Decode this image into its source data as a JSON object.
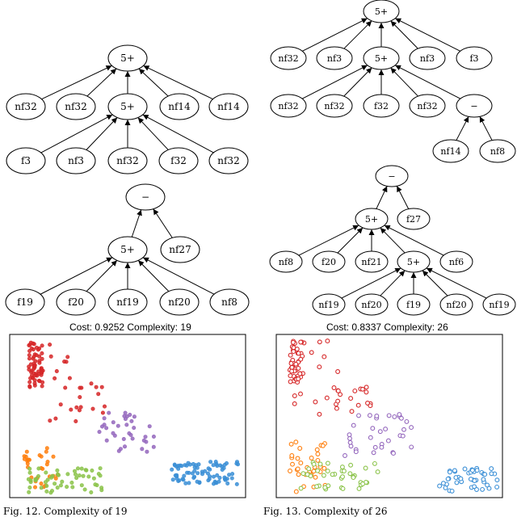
{
  "trees": [
    {
      "id": "t1",
      "nodes": [
        {
          "id": "a",
          "label": "5+"
        },
        {
          "id": "b",
          "label": "nf32"
        },
        {
          "id": "c",
          "label": "nf32"
        },
        {
          "id": "d",
          "label": "5+"
        },
        {
          "id": "e",
          "label": "nf14"
        },
        {
          "id": "f",
          "label": "nf14"
        },
        {
          "id": "g",
          "label": "f3"
        },
        {
          "id": "h",
          "label": "nf3"
        },
        {
          "id": "i",
          "label": "nf32"
        },
        {
          "id": "j",
          "label": "f32"
        },
        {
          "id": "k",
          "label": "nf32"
        }
      ],
      "edges": [
        [
          "b",
          "a"
        ],
        [
          "c",
          "a"
        ],
        [
          "d",
          "a"
        ],
        [
          "e",
          "a"
        ],
        [
          "f",
          "a"
        ],
        [
          "g",
          "d"
        ],
        [
          "h",
          "d"
        ],
        [
          "i",
          "d"
        ],
        [
          "j",
          "d"
        ],
        [
          "k",
          "d"
        ]
      ]
    },
    {
      "id": "t2",
      "nodes": [
        {
          "id": "a",
          "label": "5+"
        },
        {
          "id": "b",
          "label": "nf32"
        },
        {
          "id": "c",
          "label": "nf3"
        },
        {
          "id": "d",
          "label": "5+"
        },
        {
          "id": "e",
          "label": "nf3"
        },
        {
          "id": "f",
          "label": "f3"
        },
        {
          "id": "g",
          "label": "nf32"
        },
        {
          "id": "h",
          "label": "nf32"
        },
        {
          "id": "i",
          "label": "f32"
        },
        {
          "id": "j",
          "label": "nf32"
        },
        {
          "id": "k",
          "label": "−"
        },
        {
          "id": "l",
          "label": "nf14"
        },
        {
          "id": "m",
          "label": "nf8"
        }
      ],
      "edges": [
        [
          "b",
          "a"
        ],
        [
          "c",
          "a"
        ],
        [
          "d",
          "a"
        ],
        [
          "e",
          "a"
        ],
        [
          "f",
          "a"
        ],
        [
          "g",
          "d"
        ],
        [
          "h",
          "d"
        ],
        [
          "i",
          "d"
        ],
        [
          "j",
          "d"
        ],
        [
          "k",
          "d"
        ],
        [
          "l",
          "k"
        ],
        [
          "m",
          "k"
        ]
      ]
    },
    {
      "id": "t3",
      "nodes": [
        {
          "id": "a",
          "label": "−"
        },
        {
          "id": "b",
          "label": "5+"
        },
        {
          "id": "c",
          "label": "nf27"
        },
        {
          "id": "d",
          "label": "f19"
        },
        {
          "id": "e",
          "label": "f20"
        },
        {
          "id": "f",
          "label": "nf19"
        },
        {
          "id": "g",
          "label": "nf20"
        },
        {
          "id": "h",
          "label": "nf8"
        }
      ],
      "edges": [
        [
          "b",
          "a"
        ],
        [
          "c",
          "a"
        ],
        [
          "d",
          "b"
        ],
        [
          "e",
          "b"
        ],
        [
          "f",
          "b"
        ],
        [
          "g",
          "b"
        ],
        [
          "h",
          "b"
        ]
      ]
    },
    {
      "id": "t4",
      "nodes": [
        {
          "id": "a",
          "label": "−"
        },
        {
          "id": "b",
          "label": "5+"
        },
        {
          "id": "c",
          "label": "f27"
        },
        {
          "id": "d",
          "label": "nf8"
        },
        {
          "id": "e",
          "label": "f20"
        },
        {
          "id": "f",
          "label": "nf21"
        },
        {
          "id": "g",
          "label": "5+"
        },
        {
          "id": "h",
          "label": "nf6"
        },
        {
          "id": "i",
          "label": "nf19"
        },
        {
          "id": "j",
          "label": "nf20"
        },
        {
          "id": "k",
          "label": "f19"
        },
        {
          "id": "l",
          "label": "nf20"
        },
        {
          "id": "m",
          "label": "nf19"
        }
      ],
      "edges": [
        [
          "b",
          "a"
        ],
        [
          "c",
          "a"
        ],
        [
          "d",
          "b"
        ],
        [
          "e",
          "b"
        ],
        [
          "f",
          "b"
        ],
        [
          "g",
          "b"
        ],
        [
          "h",
          "b"
        ],
        [
          "i",
          "g"
        ],
        [
          "j",
          "g"
        ],
        [
          "k",
          "g"
        ],
        [
          "l",
          "g"
        ],
        [
          "m",
          "g"
        ]
      ]
    }
  ],
  "captions": {
    "left": "Cost: 0.9252 Complexity: 19",
    "right": "Cost: 0.8337 Complexity: 26"
  },
  "figure_captions": {
    "left": "Fig. 12.  Complexity of 19",
    "right": "Fig. 13.  Complexity of 26"
  },
  "colors": {
    "red": "#d62728",
    "purple": "#9467bd",
    "orange": "#ff7f0e",
    "green": "#8bc34a",
    "blue": "#3b8fd6"
  },
  "chart_data": [
    {
      "type": "scatter",
      "title": "Cost: 0.9252 Complexity: 19",
      "xlabel": "",
      "ylabel": "",
      "grid": false,
      "clusters": [
        {
          "color": "red",
          "count": 90,
          "x": [
            0.08,
            0.42
          ],
          "y": [
            0.05,
            0.55
          ],
          "shape": "L"
        },
        {
          "color": "purple",
          "count": 35,
          "x": [
            0.38,
            0.62
          ],
          "y": [
            0.48,
            0.72
          ]
        },
        {
          "color": "orange",
          "count": 30,
          "x": [
            0.06,
            0.22
          ],
          "y": [
            0.68,
            0.95
          ]
        },
        {
          "color": "green",
          "count": 55,
          "x": [
            0.08,
            0.4
          ],
          "y": [
            0.82,
            0.97
          ]
        },
        {
          "color": "blue",
          "count": 80,
          "x": [
            0.68,
            0.97
          ],
          "y": [
            0.78,
            0.92
          ]
        }
      ]
    },
    {
      "type": "scatter",
      "title": "Cost: 0.8337 Complexity: 26",
      "xlabel": "",
      "ylabel": "",
      "grid": false,
      "clusters": [
        {
          "color": "red",
          "count": 80,
          "x": [
            0.06,
            0.42
          ],
          "y": [
            0.04,
            0.5
          ],
          "shape": "L"
        },
        {
          "color": "purple",
          "count": 35,
          "x": [
            0.3,
            0.6
          ],
          "y": [
            0.48,
            0.75
          ]
        },
        {
          "color": "orange",
          "count": 35,
          "x": [
            0.06,
            0.22
          ],
          "y": [
            0.65,
            0.97
          ]
        },
        {
          "color": "green",
          "count": 40,
          "x": [
            0.1,
            0.45
          ],
          "y": [
            0.78,
            0.95
          ]
        },
        {
          "color": "blue",
          "count": 45,
          "x": [
            0.72,
            0.98
          ],
          "y": [
            0.82,
            0.96
          ]
        }
      ]
    }
  ]
}
